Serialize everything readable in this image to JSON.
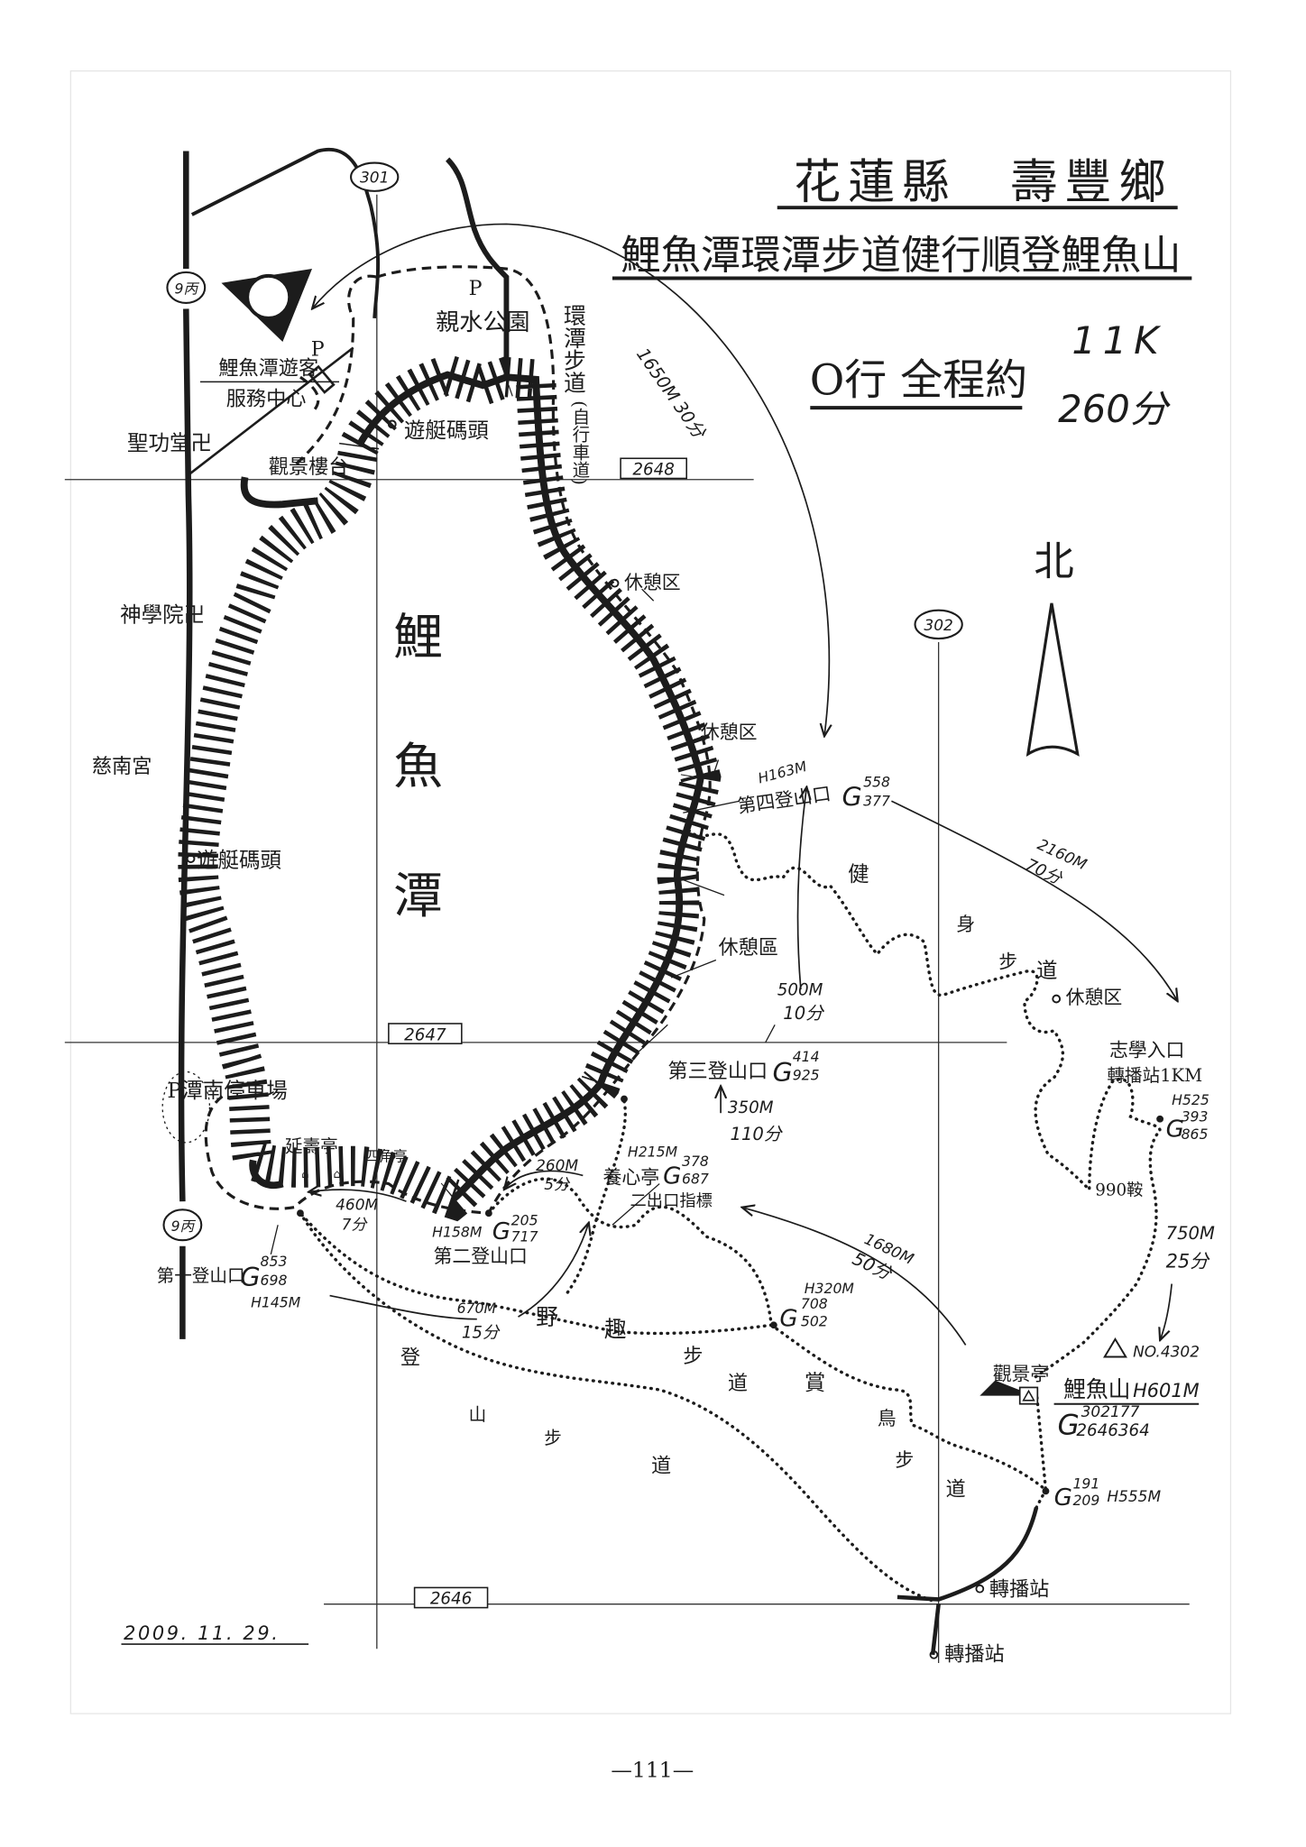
{
  "title": {
    "line1": "花蓮縣　壽豐鄉",
    "line2": "鯉魚潭環潭步道健行順登鯉魚山",
    "summary": "O行 全程約",
    "distance": "11K",
    "duration": "260分"
  },
  "north_label": "北",
  "date": "2009. 11. 29.",
  "page_number": "—111—",
  "roads": {
    "r301": "301",
    "r9a": "9丙",
    "r9b": "9丙",
    "r302": "302"
  },
  "grid": {
    "g2648": "2648",
    "g2647": "2647",
    "g2646": "2646"
  },
  "lake": [
    "鯉",
    "魚",
    "潭"
  ],
  "places": {
    "visitor_center_1": "鯉魚潭遊客",
    "visitor_center_2": "服務中心",
    "parking_1": "P",
    "parking_2": "P",
    "waterfront_park": "親水公園",
    "lake_trail": "環潭步道",
    "bike_path": "(自行車道)",
    "boat_pier_north": "遊艇碼頭",
    "observation_deck": "觀景樓台",
    "shenggong_hall": "聖功堂卍",
    "seminary": "神學院卍",
    "cinan_temple": "慈南宮",
    "boat_pier_west": "遊艇碼頭",
    "rest_area_1": "休憩区",
    "rest_area_2": "休憩区",
    "rest_area_3": "休憩區",
    "rest_area_4": "休憩区",
    "south_parking": "P潭南停車場",
    "yanshou_pavilion": "延壽亭",
    "square_pavilion": "四角亭",
    "yangxin_pavilion": "養心亭",
    "exit_sign": "二出口指標",
    "zhixue_entrance": "志學入口",
    "relay_station_1k": "轉播站1KM",
    "saddle_990": "990鞍",
    "viewing_pavilion": "觀景亭",
    "carp_mountain": "鯉魚山",
    "relay_station_1": "轉播站",
    "relay_station_2": "轉播站"
  },
  "trailheads": {
    "first": {
      "name": "第一登山口",
      "g_top": "853",
      "g_bottom": "698",
      "h": "H145M"
    },
    "second": {
      "name": "第二登山口",
      "h": "H158M",
      "g_top": "205",
      "g_bottom": "717"
    },
    "third": {
      "name": "第三登山口",
      "g_top": "414",
      "g_bottom": "925"
    },
    "fourth": {
      "name": "第四登山口",
      "h": "H163M",
      "g_top": "558",
      "g_bottom": "377"
    },
    "yangxin": {
      "h": "H215M",
      "g_top": "378",
      "g_bottom": "687"
    },
    "zhixue": {
      "h": "H525",
      "g_top": "393",
      "g_bottom": "865"
    },
    "junction_320": {
      "h": "H320M",
      "g_top": "708",
      "g_bottom": "502"
    },
    "summit": {
      "no": "NO.4302",
      "h": "H601M",
      "g_top": "302177",
      "g_bottom": "2646364"
    },
    "junction_555": {
      "g_top": "191",
      "g_bottom": "209",
      "h": "H555M"
    }
  },
  "segments": [
    {
      "dist": "1650M",
      "time": "30分"
    },
    {
      "dist": "2160M",
      "time": "70分"
    },
    {
      "dist": "500M",
      "time": "10分"
    },
    {
      "dist": "350M",
      "time": "110分"
    },
    {
      "dist": "750M",
      "time": "25分"
    },
    {
      "dist": "1680M",
      "time": "50分"
    },
    {
      "dist": "670M",
      "time": "15分"
    },
    {
      "dist": "460M",
      "time": "7分"
    },
    {
      "dist": "260M",
      "time": "5分"
    }
  ],
  "trails": {
    "fitness": [
      "健",
      "身",
      "步",
      "道"
    ],
    "wild": [
      "野",
      "趣",
      "步",
      "道"
    ],
    "climb": [
      "登",
      "山",
      "步",
      "道"
    ],
    "bird": [
      "賞",
      "鳥",
      "步",
      "道"
    ]
  },
  "g_prefix": "G"
}
